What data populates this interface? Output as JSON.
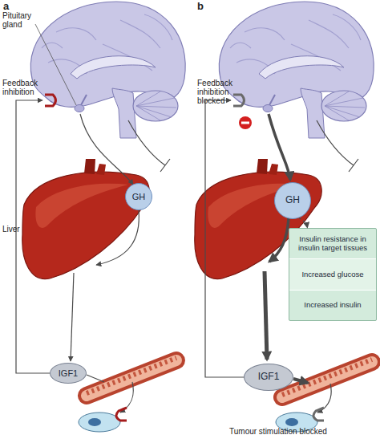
{
  "diagram": {
    "nodes": [
      {
        "text": [
          "GH"
        ]
      },
      {
        "text": [
          "IGF1"
        ]
      },
      {
        "text": [
          "GH"
        ]
      },
      {
        "text": [
          "Insulin resistance in insulin target tissues",
          "Increased glucose",
          "Increased insulin"
        ]
      },
      {
        "text": [
          "IGF1"
        ]
      }
    ],
    "edges": [
      {
        "from": 2,
        "to": 3,
        "arrow": "to"
      }
    ],
    "labels": [
      "a",
      "Pituitary gland",
      "Feedback inhibition",
      "Liver",
      "b",
      "Feedback inhibition blocked",
      "Tumour stimulation blocked"
    ]
  }
}
